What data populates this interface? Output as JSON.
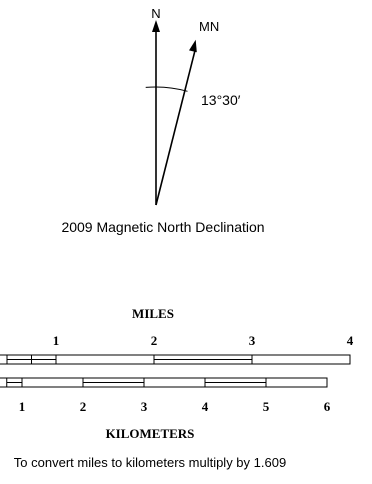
{
  "declination": {
    "true_north_label": "N",
    "magnetic_north_label": "MN",
    "angle_label": "13°30′",
    "angle_degrees": 13.5,
    "caption": "2009 Magnetic North Declination"
  },
  "scale_bars": {
    "miles": {
      "title": "MILES",
      "ticks": [
        "1",
        "2",
        "3",
        "4"
      ],
      "max": 4
    },
    "kilometers": {
      "title": "KILOMETERS",
      "ticks": [
        "1",
        "2",
        "3",
        "4",
        "5",
        "6"
      ],
      "max": 6
    },
    "conversion_note": "To convert miles to kilometers multiply by 1.609",
    "conversion_factor": 1.609
  }
}
